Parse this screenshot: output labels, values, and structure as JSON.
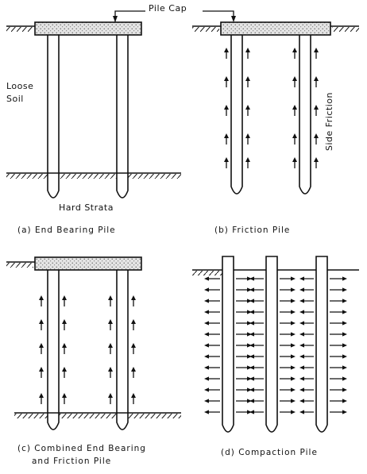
{
  "labels": {
    "pile_cap": "Pile Cap",
    "loose_soil_line1": "Loose",
    "loose_soil_line2": "Soil",
    "hard_strata": "Hard Strata",
    "side_friction": "Side Friction"
  },
  "captions": {
    "a": "(a)  End Bearing Pile",
    "b": "(b)  Friction Pile",
    "c_line1": "(c)  Combined End Bearing",
    "c_line2": "and Friction Pile",
    "d": "(d)  Compaction Pile"
  },
  "colors": {
    "ink": "#111111",
    "cap_fill": "#d9d9d9",
    "background": "#ffffff"
  }
}
